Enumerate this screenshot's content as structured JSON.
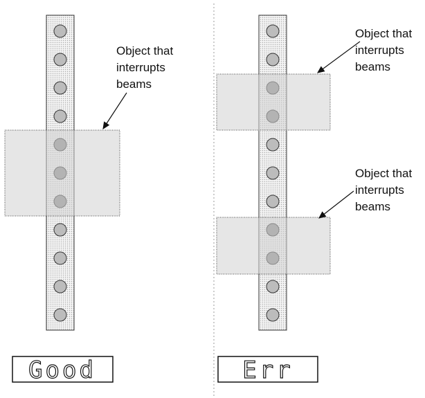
{
  "colors": {
    "strip_fill": "#dcdcdc",
    "strip_stroke": "#333333",
    "beam_fill": "#bcbcbc",
    "beam_blocked_fill": "#8e8e8e",
    "object_fill": "#d2d2d2",
    "divider": "#999999"
  },
  "left_panel": {
    "callout": [
      "Object that",
      "interrupts",
      "beams"
    ],
    "display": "Good",
    "beam_count": 11,
    "blocked_beams": [
      5,
      6,
      7
    ]
  },
  "right_panel": {
    "callout_top": [
      "Object that",
      "interrupts",
      "beams"
    ],
    "callout_bottom": [
      "Object that",
      "interrupts",
      "beams"
    ],
    "display": "Err",
    "beam_count": 11,
    "blocked_beams": [
      3,
      4,
      8,
      9
    ]
  }
}
